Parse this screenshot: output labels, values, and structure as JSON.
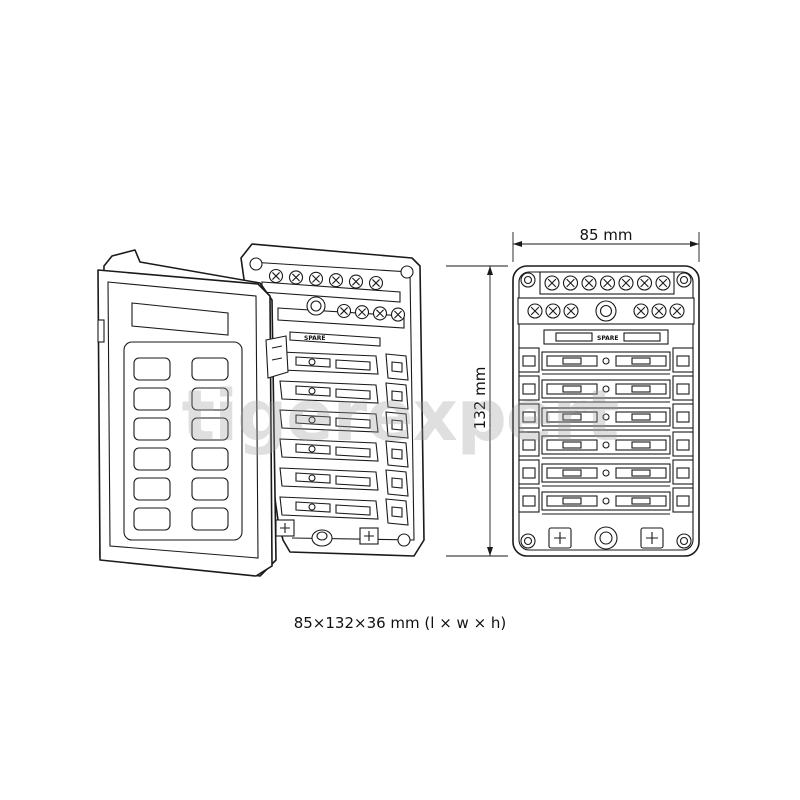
{
  "front_view": {
    "width_label": "85 mm",
    "height_label": "132 mm",
    "spare_label": "SPARE",
    "fuse_rows": 6,
    "terminal_screws_top": 7,
    "terminal_screws_second": 6,
    "ground_icon": "plus-terminal-icon"
  },
  "isometric_view": {
    "spare_label": "SPARE",
    "fuse_rows": 6,
    "cover_windows": 12
  },
  "caption": "85×132×36 mm (l × w × h)",
  "watermark": "tigerexpert",
  "colors": {
    "line": "#1a1a1a",
    "background": "#ffffff",
    "watermark": "#9a9a9a"
  }
}
